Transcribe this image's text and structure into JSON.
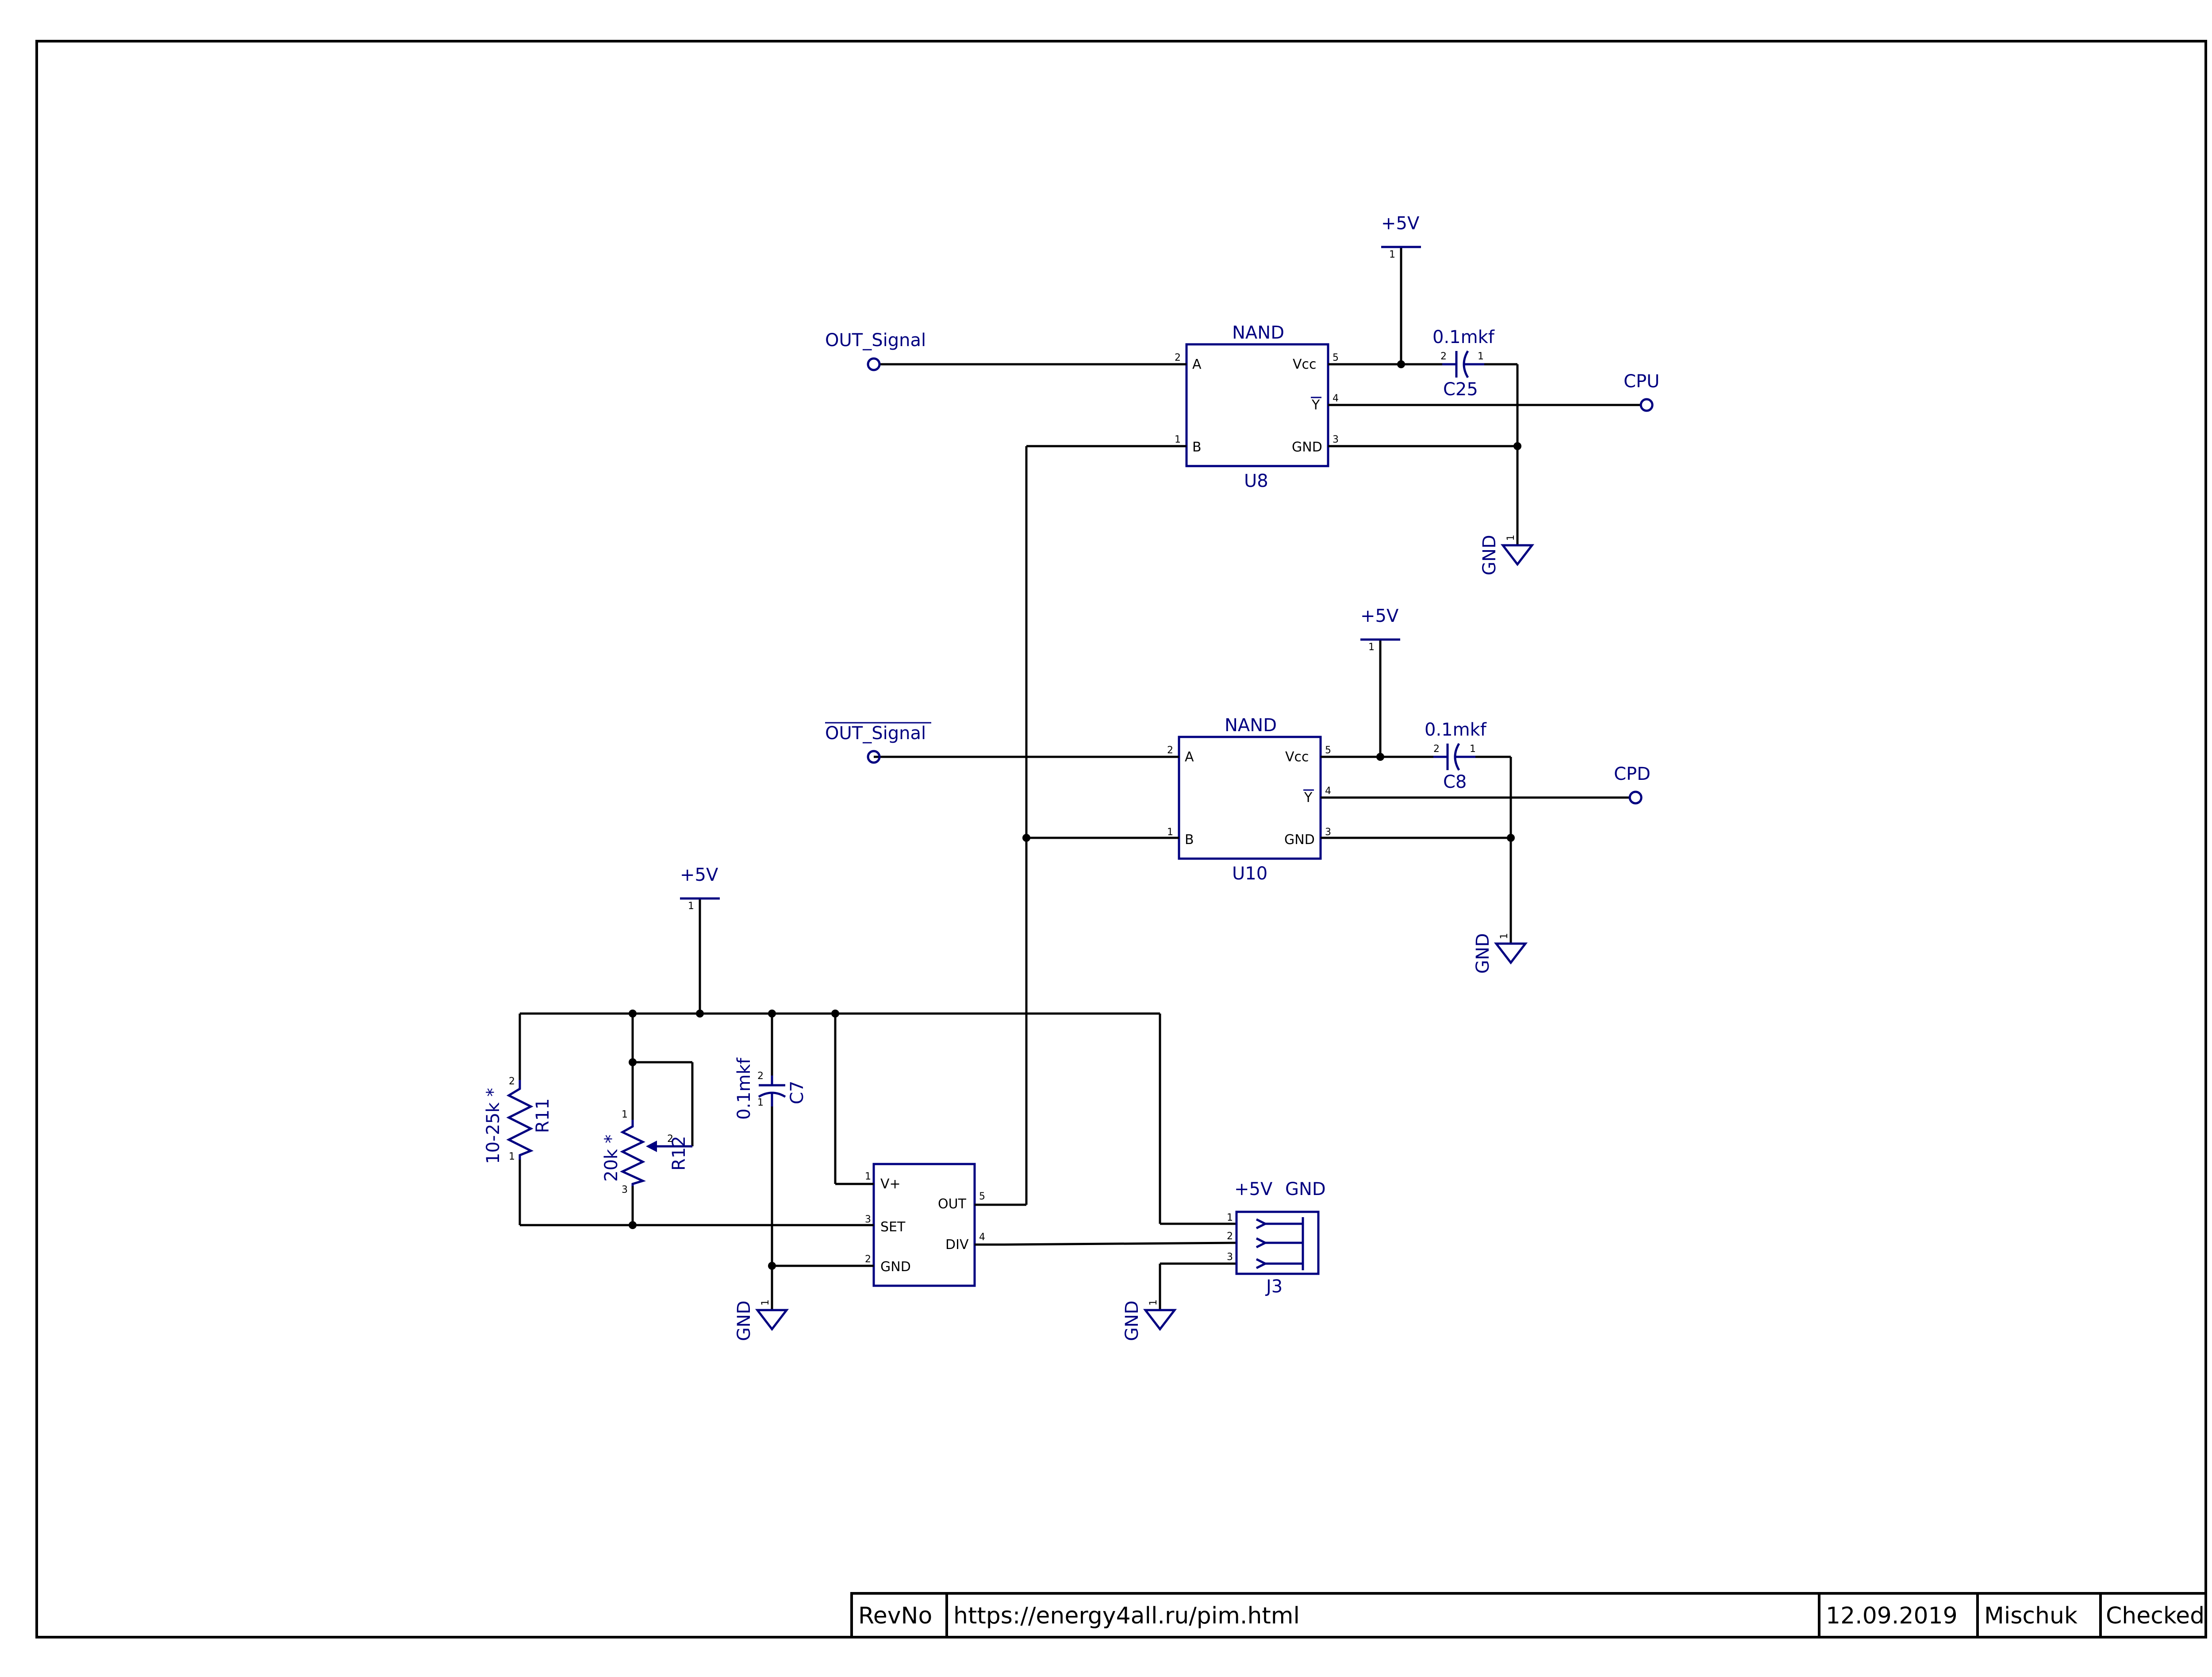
{
  "title_block": {
    "rev": "RevNo",
    "url": "https://energy4all.ru/pim.html",
    "date": "12.09.2019",
    "author": "Mischuk",
    "checked": "Checked"
  },
  "nets": {
    "out_signal": "OUT_Signal",
    "out_signal_bar": "OUT_Signal",
    "cpu": "CPU",
    "cpd": "CPD"
  },
  "u8": {
    "type": "NAND",
    "ref": "U8",
    "pins": {
      "a": "A",
      "b": "B",
      "vcc": "Vcc",
      "y": "Y",
      "gnd": "GND"
    },
    "pin_numbers": {
      "a": "2",
      "b": "1",
      "vcc": "5",
      "y": "4",
      "gnd": "3"
    }
  },
  "u10": {
    "type": "NAND",
    "ref": "U10",
    "pins": {
      "a": "A",
      "b": "B",
      "vcc": "Vcc",
      "y": "Y",
      "gnd": "GND"
    },
    "pin_numbers": {
      "a": "2",
      "b": "1",
      "vcc": "5",
      "y": "4",
      "gnd": "3"
    }
  },
  "timer": {
    "pins": {
      "vplus": "V+",
      "set": "SET",
      "gnd": "GND",
      "out": "OUT",
      "div": "DIV"
    },
    "pin_numbers": {
      "vplus": "1",
      "set": "3",
      "gnd": "2",
      "out": "5",
      "div": "4"
    }
  },
  "c25": {
    "ref": "C25",
    "value": "0.1mkf",
    "pin1": "1",
    "pin2": "2"
  },
  "c8": {
    "ref": "C8",
    "value": "0.1mkf",
    "pin1": "1",
    "pin2": "2"
  },
  "c7": {
    "ref": "C7",
    "value": "0.1mkf",
    "pin1": "1",
    "pin2": "2"
  },
  "r11": {
    "ref": "R11",
    "value": "10-25k *",
    "pin1": "1",
    "pin2": "2"
  },
  "r12": {
    "ref": "R12",
    "value": "20k *",
    "pin1": "1",
    "pin2": "2",
    "pin3": "3"
  },
  "j3": {
    "ref": "J3",
    "label1": "+5V",
    "label2": "GND",
    "pin1": "1",
    "pin2": "2",
    "pin3": "3"
  },
  "power": {
    "vcc_label": "+5V",
    "gnd_label": "GND",
    "pin": "1"
  }
}
